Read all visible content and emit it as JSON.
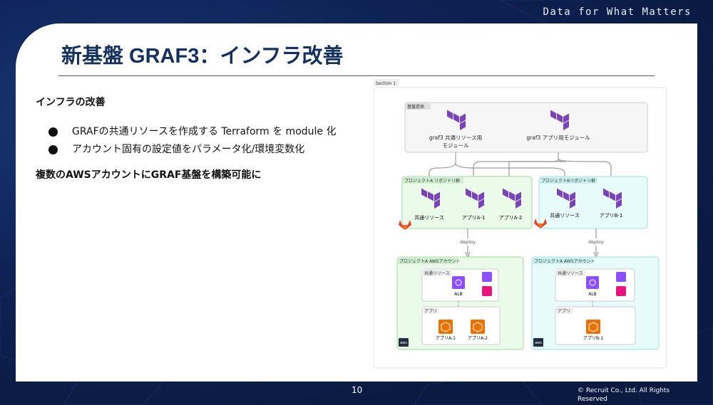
{
  "header": {
    "tagline": "Data for What Matters"
  },
  "slide": {
    "title": "新基盤 GRAF3：インフラ改善",
    "section_heading": "インフラの改善",
    "bullets": [
      {
        "text": "GRAFの共通リソースを作成する Terraform を module 化"
      },
      {
        "text": "アカウント固有の設定値をパラメータ化/環境変数化"
      }
    ],
    "summary": "複数のAWSアカウントにGRAF基盤を構築可能に"
  },
  "diagram": {
    "section_label": "Section 1",
    "base_group_label": "基盤提供",
    "shared_module_line1": "graf3 共通リソース用",
    "shared_module_line2": "モジュール",
    "app_module": "graf3 アプリ用モジュール",
    "repo_a_label": "プロジェクトA リポジトリ群",
    "repo_b_label": "プロジェクトBリポジトリ群",
    "repo_a_items": [
      "共通リソース",
      "アプリA-1",
      "アプリA-2"
    ],
    "repo_b_items": [
      "共通リソース",
      "アプリB-1"
    ],
    "deploy_label": "deploy",
    "account_a_label": "プロジェクトA AWSアカウント",
    "account_b_label": "プロジェクトA AWSアカウント",
    "shared_resources_label": "共通リソース",
    "alb_label": "ALB",
    "app_label": "アプリ",
    "account_a_apps": [
      "アプリA-1",
      "アプリA-2"
    ],
    "account_b_apps": [
      "アプリB-1"
    ],
    "aws_label": "aws",
    "colors": {
      "terraform": "#7b42bc",
      "gitlab": "#e24329",
      "aws_orange": "#ed7100",
      "alb_purple": "#8c4fff",
      "pink": "#e7157b",
      "green_bg": "#eafbea",
      "cyan_bg": "#e8fbfb"
    }
  },
  "footer": {
    "page_number": "10",
    "copyright_line1": "© Recruit Co., Ltd. All Rights",
    "copyright_line2": "Reserved"
  }
}
